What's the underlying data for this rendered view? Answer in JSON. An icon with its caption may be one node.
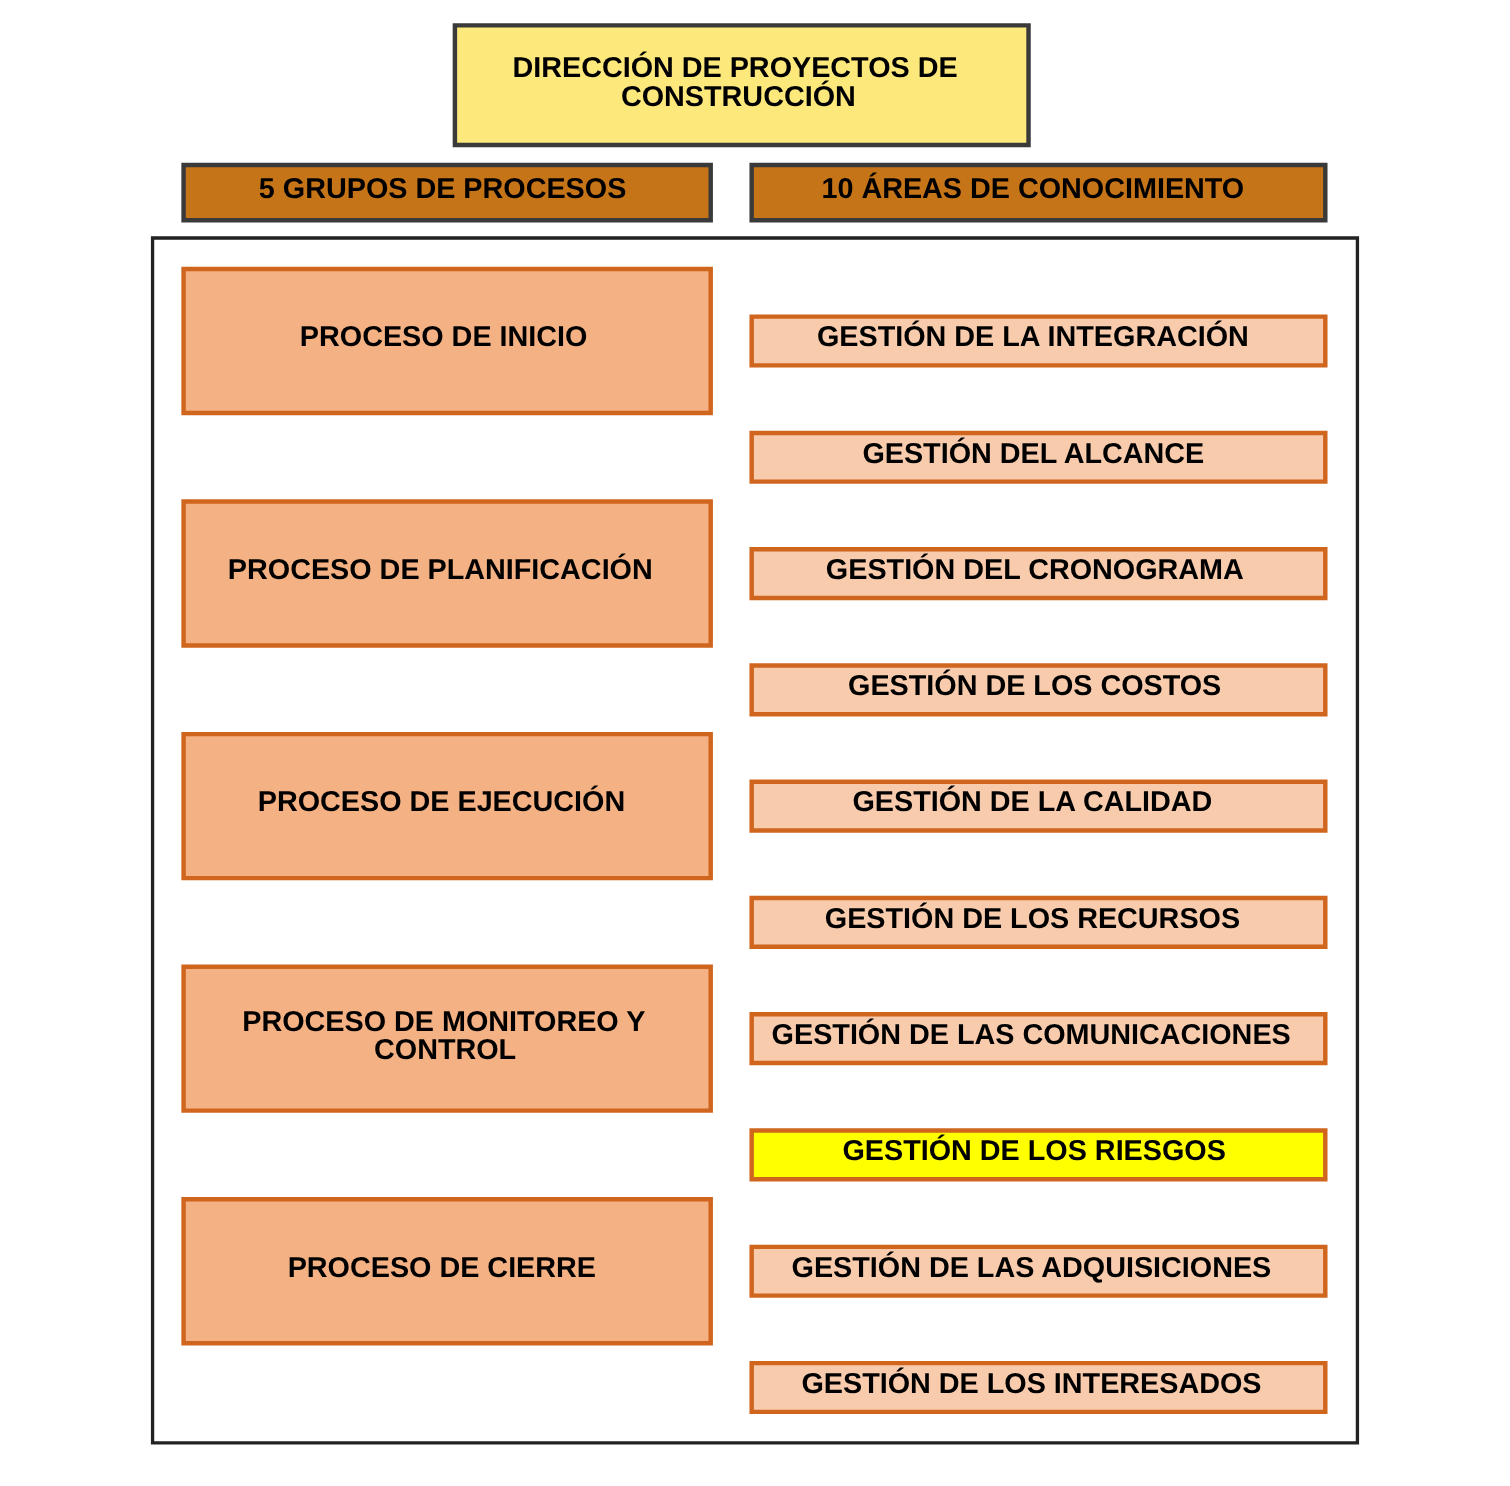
{
  "diagram": {
    "nodes": [
      {
        "text": [
          "DIRECCIÓN DE PROYECTOS DE CONSTRUCCIÓN"
        ]
      },
      {
        "text": [
          "5 GRUPOS DE PROCESOS"
        ]
      },
      {
        "text": [
          "10 ÁREAS DE CONOCIMIENTO"
        ]
      },
      {
        "text": [],
        "shape": "box"
      },
      {
        "text": [
          "PROCESO DE INICIO"
        ],
        "in": 3
      },
      {
        "text": [
          "PROCESO DE PLANIFICACIÓN"
        ],
        "in": 3
      },
      {
        "text": [
          "PROCESO DE EJECUCIÓN"
        ],
        "in": 3
      },
      {
        "text": [
          "PROCESO DE MONITOREO Y CONTROL"
        ],
        "in": 3
      },
      {
        "text": [
          "PROCESO DE CIERRE"
        ],
        "in": 3
      },
      {
        "text": [
          "GESTIÓN DE LA INTEGRACIÓN"
        ],
        "in": 3
      },
      {
        "text": [
          "GESTIÓN DEL ALCANCE"
        ],
        "in": 3
      },
      {
        "text": [
          "GESTIÓN DEL CRONOGRAMA"
        ],
        "in": 3
      },
      {
        "text": [
          "GESTIÓN DE LOS COSTOS"
        ],
        "in": 3
      },
      {
        "text": [
          "GESTIÓN DE LA CALIDAD"
        ],
        "in": 3
      },
      {
        "text": [
          "GESTIÓN DE LOS RECURSOS"
        ],
        "in": 3
      },
      {
        "text": [
          "GESTIÓN DE LAS COMUNICACIONES"
        ],
        "in": 3
      },
      {
        "text": [
          "GESTIÓN DE LOS RIESGOS"
        ],
        "in": 3
      },
      {
        "text": [
          "GESTIÓN DE LAS ADQUISICIONES"
        ],
        "in": 3
      },
      {
        "text": [
          "GESTIÓN DE LOS INTERESADOS"
        ],
        "in": 3
      }
    ]
  }
}
